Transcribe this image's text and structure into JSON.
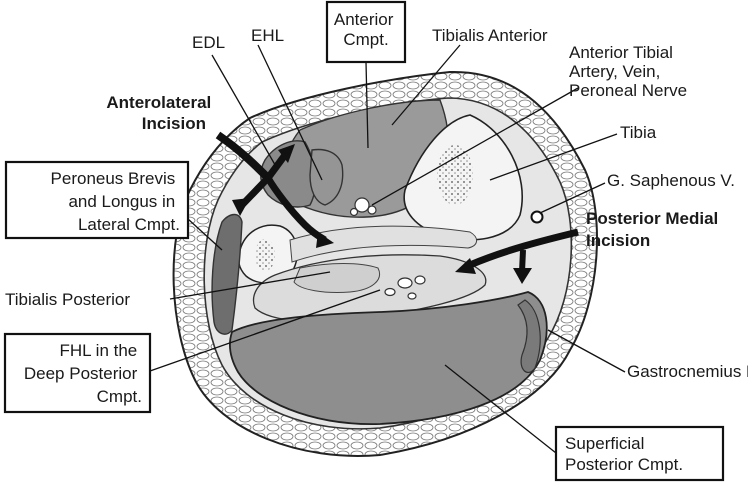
{
  "labels": {
    "anterior_cmpt": [
      "Anterior",
      "Cmpt."
    ],
    "edl": "EDL",
    "ehl": "EHL",
    "tibialis_anterior": "Tibialis Anterior",
    "anterior_tibial": [
      "Anterior Tibial",
      "Artery, Vein,",
      "Peroneal Nerve"
    ],
    "anterolateral_incision": [
      "Anterolateral",
      "Incision"
    ],
    "tibia": "Tibia",
    "saphenous": "G. Saphenous V.",
    "peroneus": [
      "Peroneus Brevis",
      "and Longus in",
      "Lateral Cmpt."
    ],
    "posterior_medial_incision": [
      "Posterior Medial",
      "Incision"
    ],
    "tibialis_posterior": "Tibialis Posterior",
    "fhl": [
      "FHL in the",
      "Deep Posterior",
      "Cmpt."
    ],
    "gastrocnemius": "Gastrocnemius M.",
    "superficial_posterior": [
      "Superficial",
      "Posterior Cmpt."
    ]
  },
  "colors": {
    "muscle": "#8e8e8e",
    "muscle_dark": "#6e6e6e",
    "fascia": "#d4d4d4",
    "skin": "#ffffff",
    "bone": "#f2f2f2",
    "ink": "#111111"
  }
}
